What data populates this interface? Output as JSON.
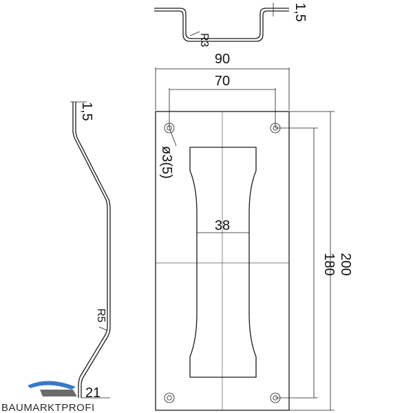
{
  "drawing": {
    "dimensions": {
      "thickness_top": "1,5",
      "bend_radius_top": "R3",
      "overall_width": "90",
      "hole_spacing_width": "70",
      "thickness_side": "1,5",
      "hole_diameter": "ø3(5)",
      "grip_width": "38",
      "overall_height": "200",
      "hole_spacing_height": "180",
      "bend_radius_side": "R5",
      "depth": "21"
    },
    "colors": {
      "line": "#1a1a1a",
      "logo_blue": "#3a78c9",
      "logo_gray": "#6b6b6b"
    }
  },
  "brand": {
    "logo_text": "BAUMARKTPROFI"
  }
}
